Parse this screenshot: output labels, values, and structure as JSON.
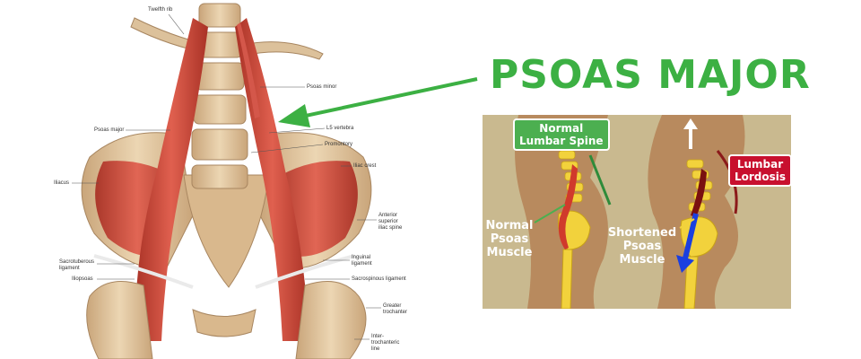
{
  "headline": "PSOAS MAJOR",
  "anatomy_labels": {
    "twelfth_rib": "Twelfth rib",
    "psoas_minor": "Psoas minor",
    "psoas_major": "Psoas major",
    "l5_vertebra": "L5 vertebra",
    "promontory": "Promontory",
    "iliac_crest": "Iliac crest",
    "iliacus": "Iliacus",
    "asis_line1": "Anterior",
    "asis_line2": "superior",
    "asis_line3": "iliac spine",
    "sacrotuberous_line1": "Sacrotuberous",
    "sacrotuberous_line2": "ligament",
    "iliopsoas": "Iliopsoas",
    "inguinal_line1": "Inguinal",
    "inguinal_line2": "ligament",
    "sacrospinous": "Sacrospinous ligament",
    "greater_line1": "Greater",
    "greater_line2": "trochanter",
    "intertroch_line1": "Inter-",
    "intertroch_line2": "trochanteric",
    "intertroch_line3": "line"
  },
  "inset": {
    "normal_spine_line1": "Normal",
    "normal_spine_line2": "Lumbar Spine",
    "lordosis_line1": "Lumbar",
    "lordosis_line2": "Lordosis",
    "normal_psoas_line1": "Normal",
    "normal_psoas_line2": "Psoas",
    "normal_psoas_line3": "Muscle",
    "short_psoas_line1": "Shortened",
    "short_psoas_line2": "Psoas",
    "short_psoas_line3": "Muscle"
  },
  "colors": {
    "headline": "#3cb043",
    "muscle": "#c0392b",
    "bone": "#e3c9a0",
    "inset_bg": "#c9b98f",
    "spine_yellow": "#f2d23c",
    "tag_green": "#4caf50",
    "tag_red": "#c8102e",
    "arrow_blue": "#1a3fe0"
  }
}
